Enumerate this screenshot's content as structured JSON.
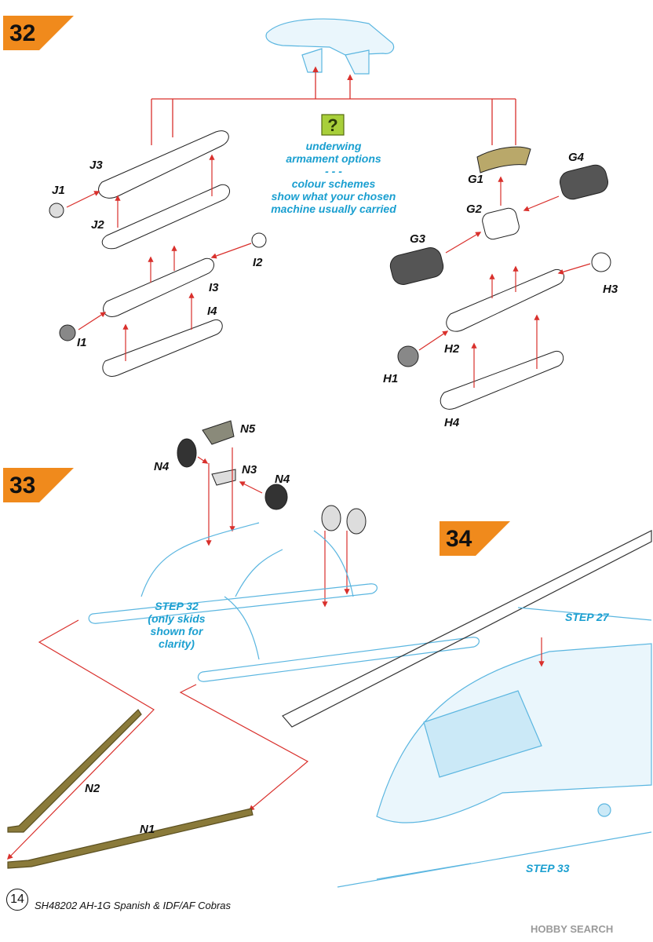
{
  "steps": {
    "s32": "32",
    "s33": "33",
    "s34": "34"
  },
  "note_lines": [
    "underwing",
    "armament options",
    "- - -",
    "colour schemes",
    "show what your chosen",
    "machine usually carried"
  ],
  "parts": {
    "J1": "J1",
    "J2": "J2",
    "J3": "J3",
    "I1": "I1",
    "I2": "I2",
    "I3": "I3",
    "I4": "I4",
    "G1": "G1",
    "G2": "G2",
    "G3": "G3",
    "G4": "G4",
    "H1": "H1",
    "H2": "H2",
    "H3": "H3",
    "H4": "H4",
    "N1": "N1",
    "N2": "N2",
    "N3": "N3",
    "N4a": "N4",
    "N4b": "N4",
    "N5": "N5"
  },
  "refs": {
    "step32_lines": [
      "STEP 32",
      "(only skids",
      "shown for",
      "clarity)"
    ],
    "step27": "STEP 27",
    "step33": "STEP 33"
  },
  "footer": {
    "page": "14",
    "title": "SH48202 AH-1G Spanish & IDF/AF Cobras"
  },
  "watermark": "HOBBY SEARCH",
  "colors": {
    "accent_orange": "#f08a1c",
    "part_blue": "#7cc8ea",
    "arrow_red": "#d9302c",
    "note_blue": "#1a9fd0",
    "skid_olive": "#8a7a3a"
  }
}
